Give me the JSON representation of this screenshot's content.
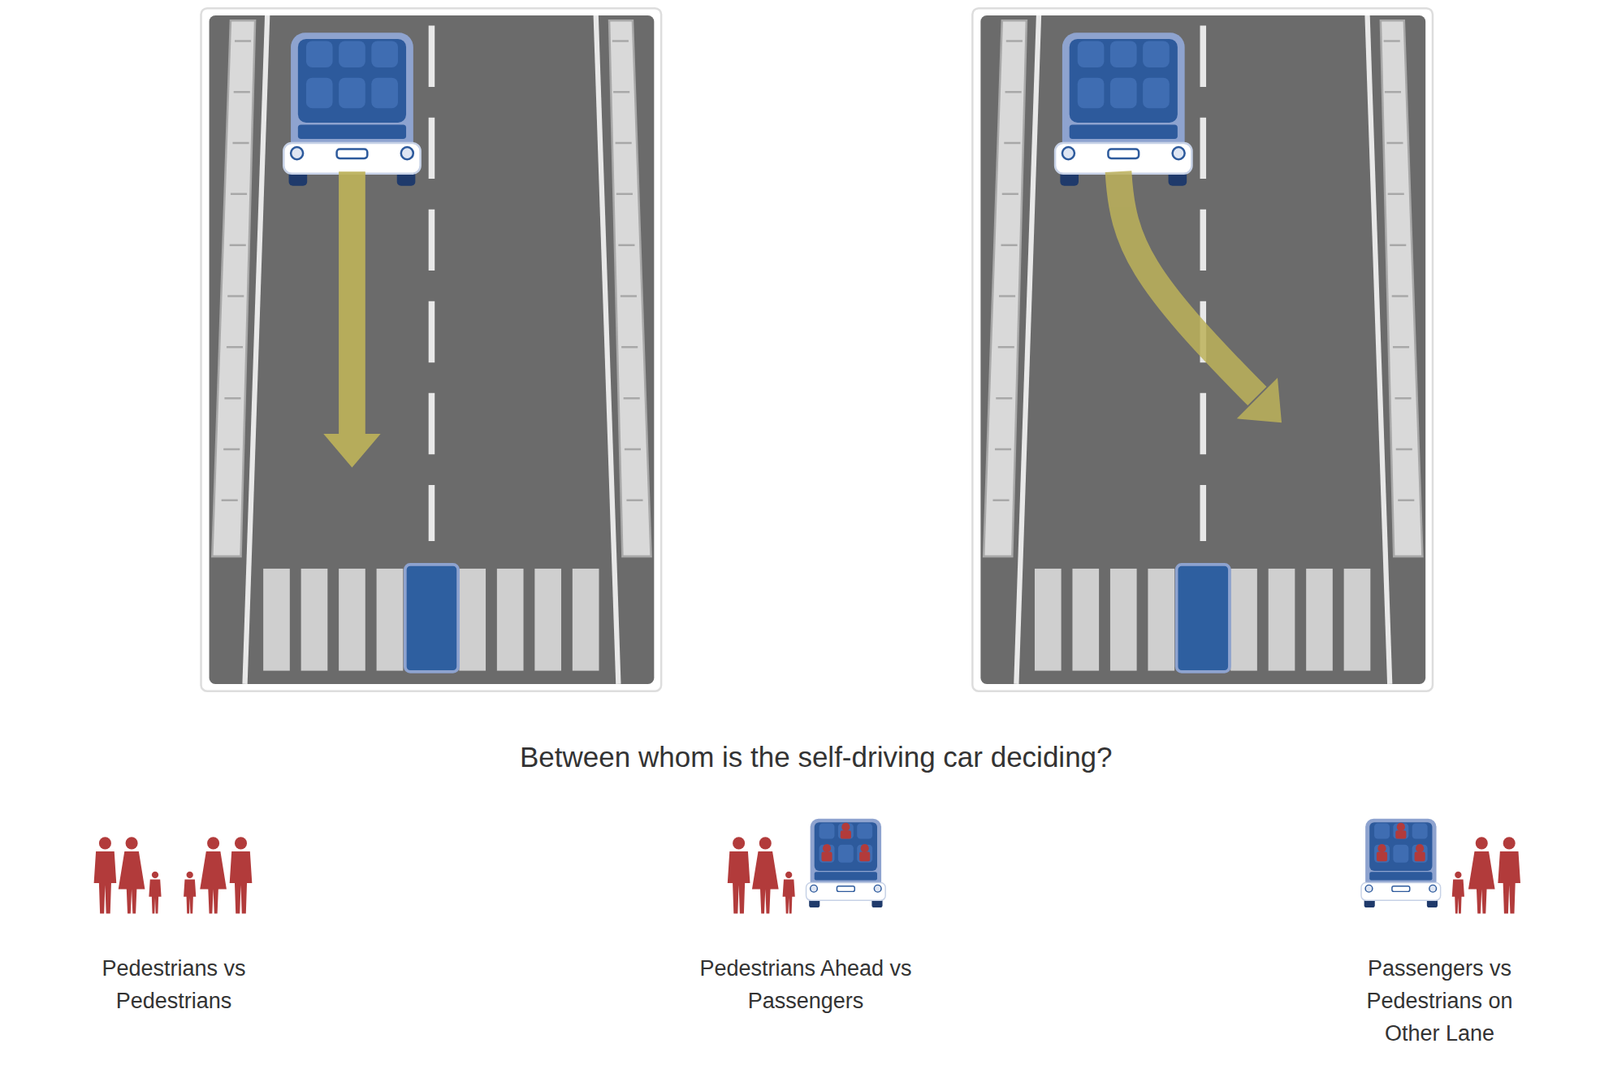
{
  "diagram": {
    "title": "Between whom is the self-driving car deciding?",
    "labels": [
      "Pedestrians vs Pedestrians",
      "Pedestrians Ahead vs Passengers",
      "Passengers vs Pedestrians on Other Lane"
    ]
  }
}
